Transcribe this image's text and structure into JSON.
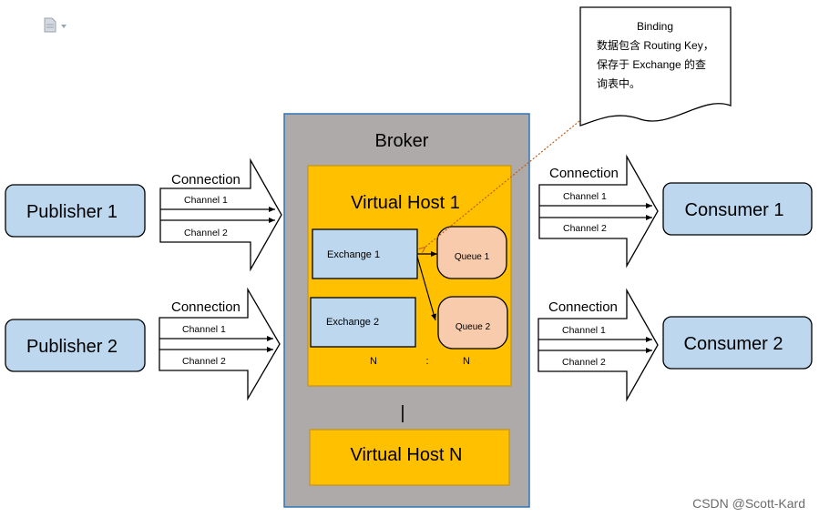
{
  "toolbar": {
    "doc_icon": "document-icon"
  },
  "note": {
    "title": "Binding",
    "lines": [
      "数据包含 Routing Key，",
      "保存于 Exchange 的查",
      "询表中。"
    ]
  },
  "broker": {
    "label": "Broker",
    "vhost1": {
      "label": "Virtual Host 1",
      "exchange1": "Exchange 1",
      "exchange2": "Exchange 2",
      "queue1": "Queue 1",
      "queue2": "Queue 2",
      "n_left": "N",
      "colon": ":",
      "n_right": "N"
    },
    "separator": "|",
    "vhostN": {
      "label": "Virtual Host N"
    }
  },
  "publishers": [
    {
      "name": "Publisher 1",
      "connection": "Connection",
      "channels": [
        "Channel 1",
        "Channel 2"
      ]
    },
    {
      "name": "Publisher 2",
      "connection": "Connection",
      "channels": [
        "Channel 1",
        "Channel 2"
      ]
    }
  ],
  "consumers": [
    {
      "name": "Consumer 1",
      "connection": "Connection",
      "channels": [
        "Channel 1",
        "Channel 2"
      ]
    },
    {
      "name": "Consumer 2",
      "connection": "Connection",
      "channels": [
        "Channel 1",
        "Channel 2"
      ]
    }
  ],
  "watermark": "CSDN @Scott-Kard",
  "colors": {
    "pill_fill": "#bdd7ee",
    "broker_fill": "#aeaaaa",
    "broker_border": "#2e75b6",
    "vhost_fill": "#ffc000",
    "vhost_border": "#c5961a",
    "queue_fill": "#f8cbad",
    "dotted_line": "#c55a11"
  }
}
